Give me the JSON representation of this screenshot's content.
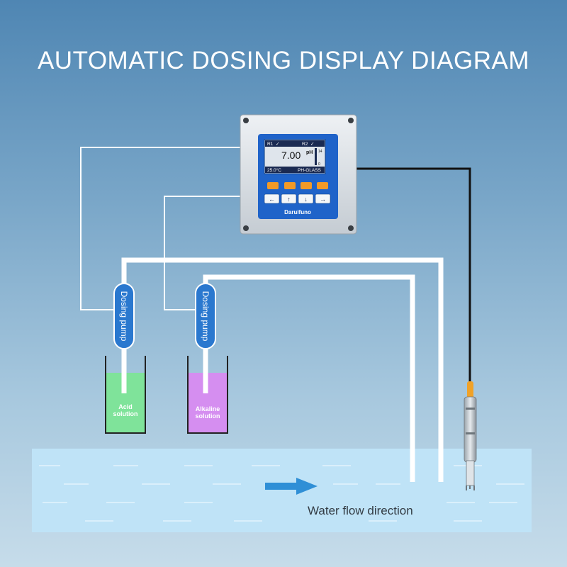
{
  "title": "AUTOMATIC DOSING DISPLAY DIAGRAM",
  "controller": {
    "brand": "Daruifuno",
    "screen": {
      "relay1": "R1",
      "relay2": "R2",
      "reading": "7.00",
      "unit": "pH",
      "scale_top": "14",
      "scale_bottom": "0",
      "temperature": "25.0°C",
      "sensor": "PH-GLASS"
    },
    "buttons": [
      "←",
      "↑",
      "↓",
      "→"
    ]
  },
  "pumps": [
    {
      "label": "Dosing pump"
    },
    {
      "label": "Dosing pump"
    }
  ],
  "tanks": [
    {
      "label_line1": "Acid",
      "label_line2": "solution",
      "color": "#7fe39a"
    },
    {
      "label_line1": "Alkaline",
      "label_line2": "solution",
      "color": "#d58ef0"
    }
  ],
  "water": {
    "flow_label": "Water flow direction",
    "color": "#bfe3f7",
    "arrow_color": "#2f8fd6"
  },
  "colors": {
    "pump": "#2a78cf",
    "tube": "#ffffff",
    "cable": "#111111",
    "housing": "#d9dee3"
  }
}
